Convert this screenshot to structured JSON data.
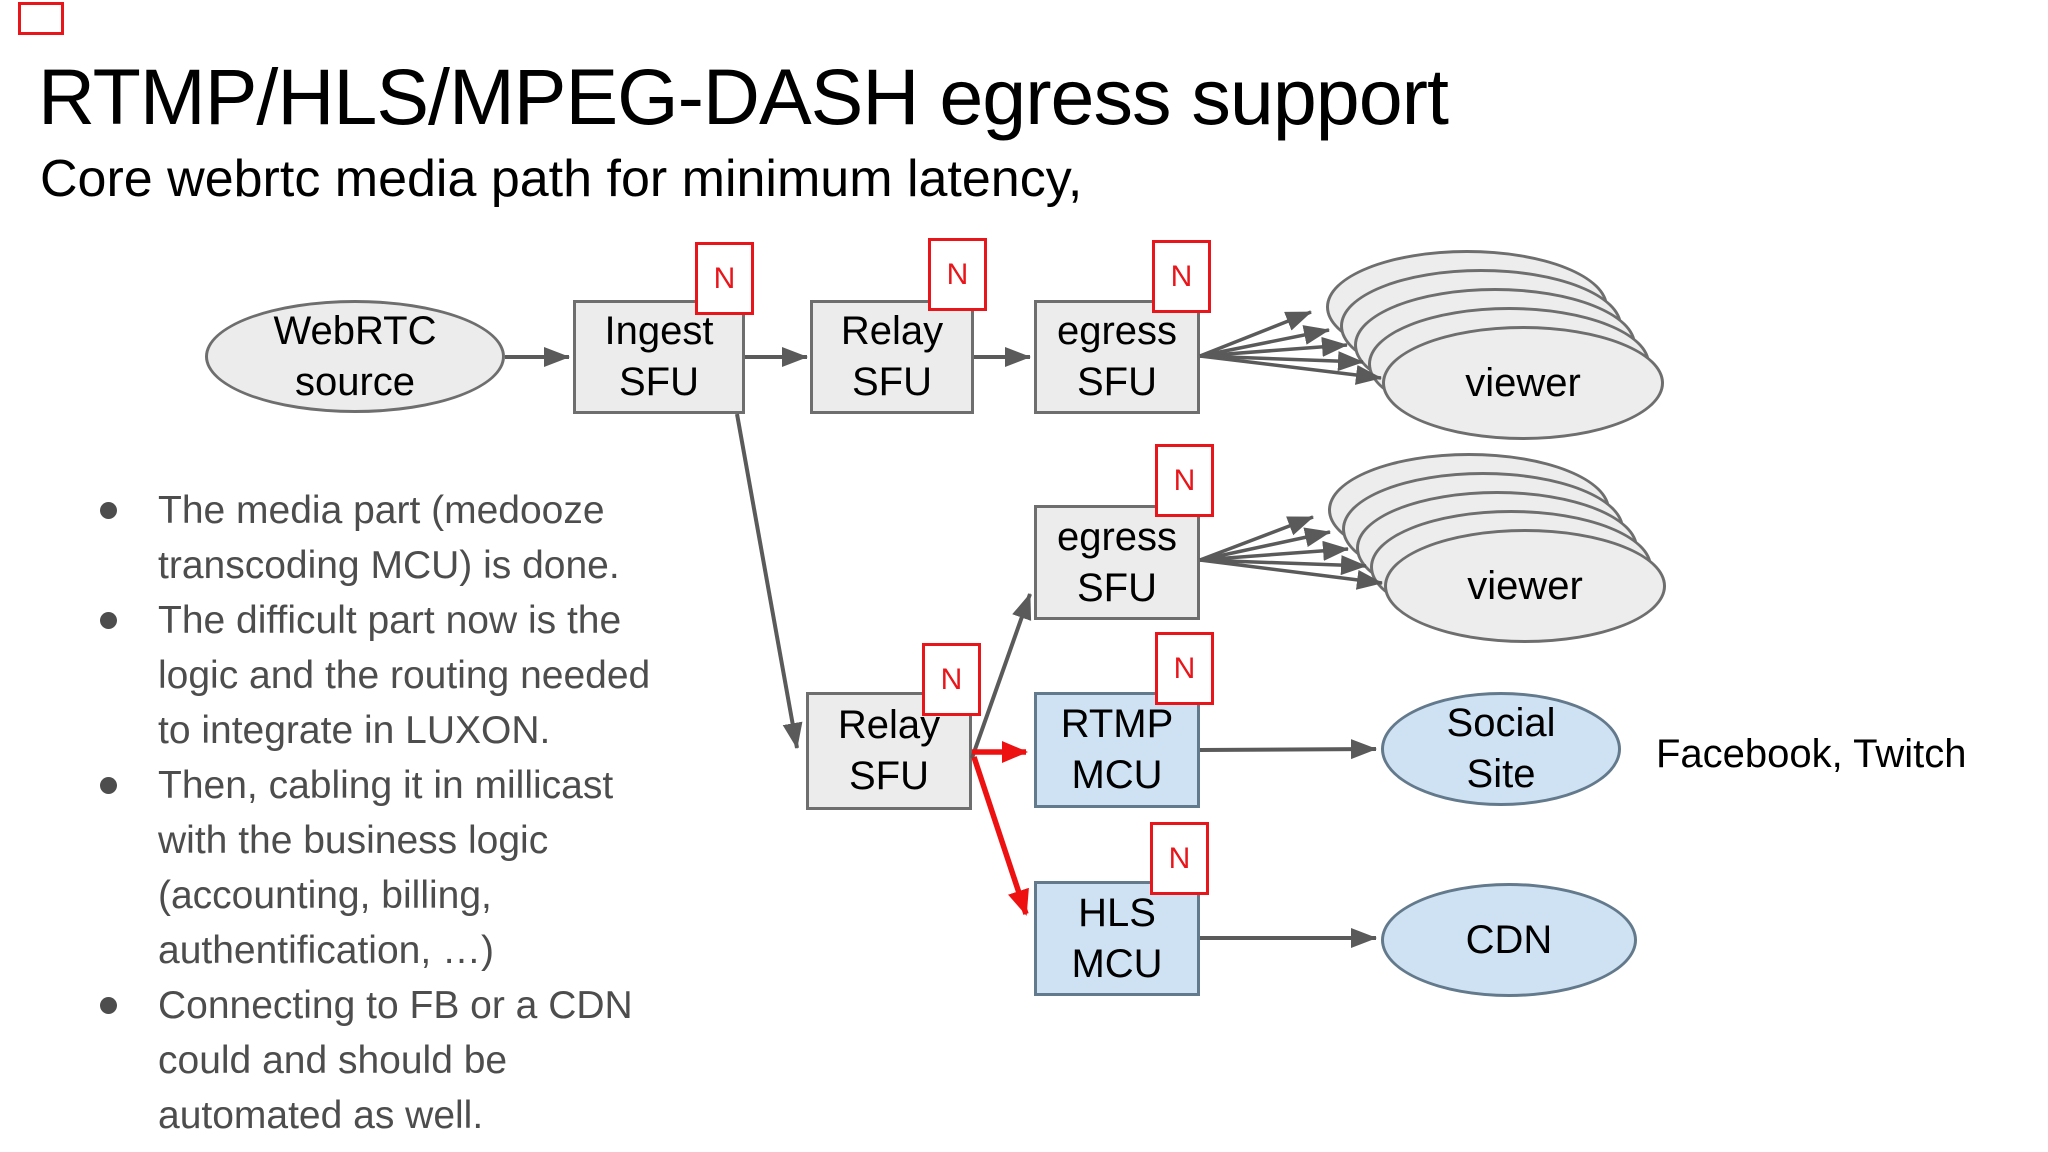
{
  "slide": {
    "title": "RTMP/HLS/MPEG-DASH egress support",
    "subtitle": "Core webrtc media path for minimum latency,"
  },
  "bullets": [
    "The media part (medooze transcoding MCU) is done.",
    "The difficult part now is the logic and the routing needed to integrate in LUXON.",
    "Then, cabling it in millicast with the business logic (accounting, billing, authentification, …)",
    "Connecting to FB or a CDN could and should be automated as well."
  ],
  "diagram": {
    "badge": "N",
    "annotation": "Facebook, Twitch",
    "nodes": {
      "webrtc_source": "WebRTC\nsource",
      "ingest_sfu": "Ingest\nSFU",
      "relay_sfu_top": "Relay\nSFU",
      "egress_sfu_top": "egress\nSFU",
      "egress_sfu_mid": "egress\nSFU",
      "relay_sfu_bottom": "Relay\nSFU",
      "rtmp_mcu": "RTMP\nMCU",
      "hls_mcu": "HLS\nMCU",
      "viewer_top": "viewer",
      "viewer_mid": "viewer",
      "social_site": "Social\nSite",
      "cdn": "CDN"
    },
    "colors": {
      "node_gray_fill": "#ececec",
      "node_blue_fill": "#cfe2f3",
      "node_border": "#6e6e6e",
      "arrow_gray": "#5a5a5a",
      "arrow_red": "#ee1111",
      "badge_red": "#e8151a",
      "text_gray": "#4d4d4d"
    }
  }
}
